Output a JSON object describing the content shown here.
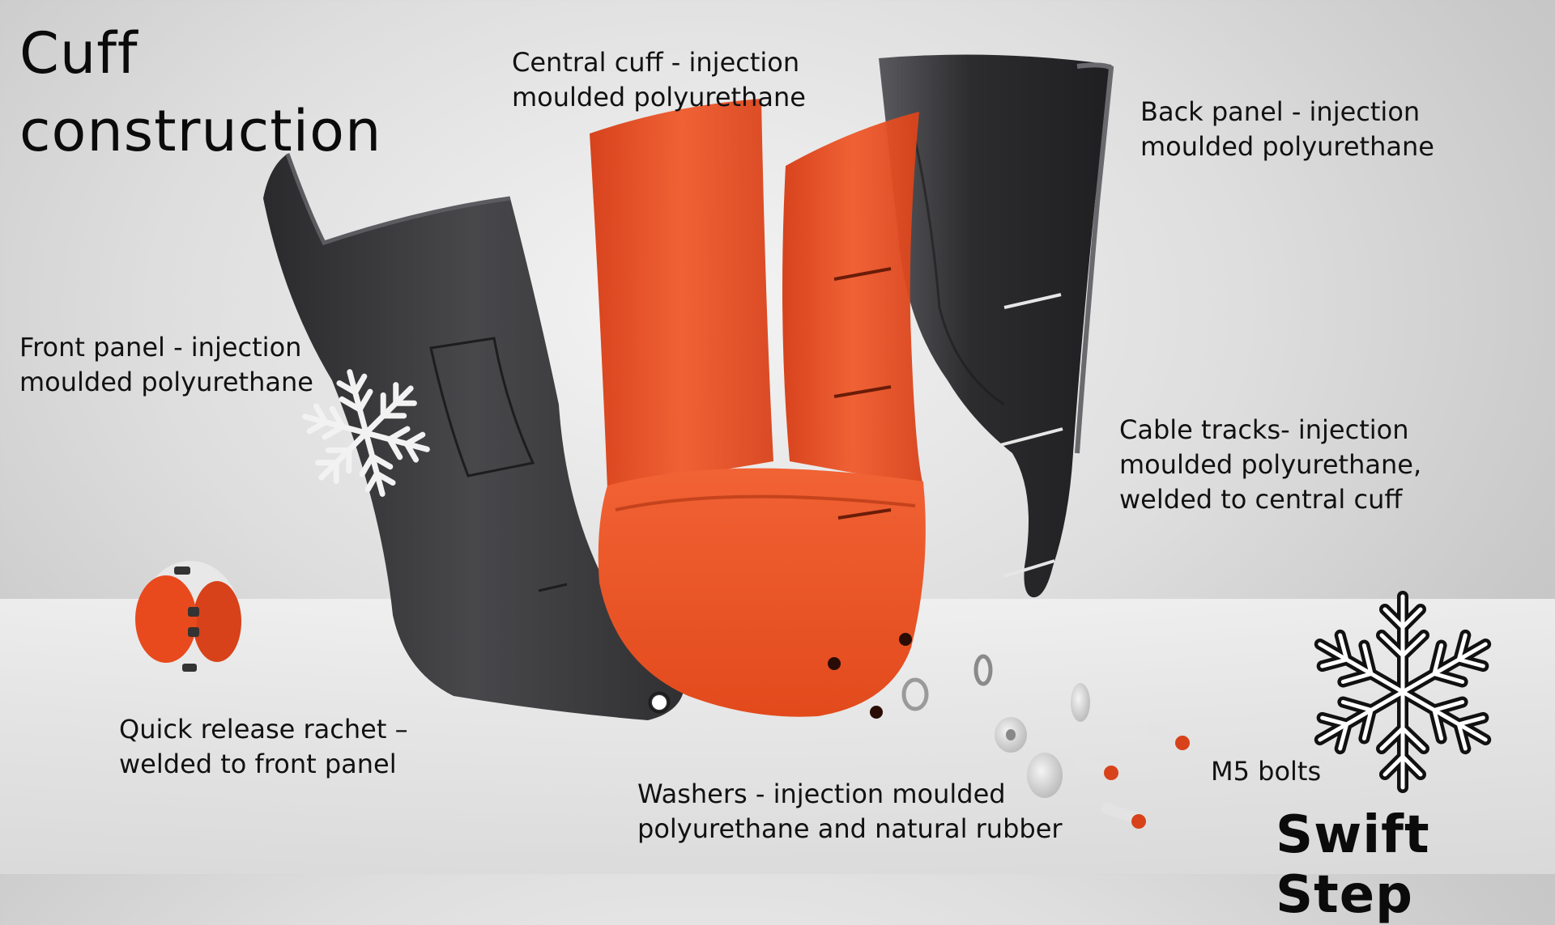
{
  "title": "Cuff\nconstruction",
  "brand": "Swift Step",
  "labels": {
    "central_cuff": "Central cuff - injection\nmoulded polyurethane",
    "back_panel": "Back panel - injection\nmoulded polyurethane",
    "front_panel": "Front panel - injection\nmoulded polyurethane",
    "cable_tracks": "Cable tracks- injection\nmoulded polyurethane,\nwelded to central cuff",
    "quick_release": "Quick release rachet –\nwelded to front panel",
    "washers": "Washers - injection moulded\npolyurethane and natural rubber",
    "m5_bolts": "M5 bolts"
  },
  "colors": {
    "panel_dark": "#3a3a3c",
    "cuff_orange": "#e2461c",
    "text": "#111111"
  },
  "icons": [
    "snowflake-icon"
  ]
}
